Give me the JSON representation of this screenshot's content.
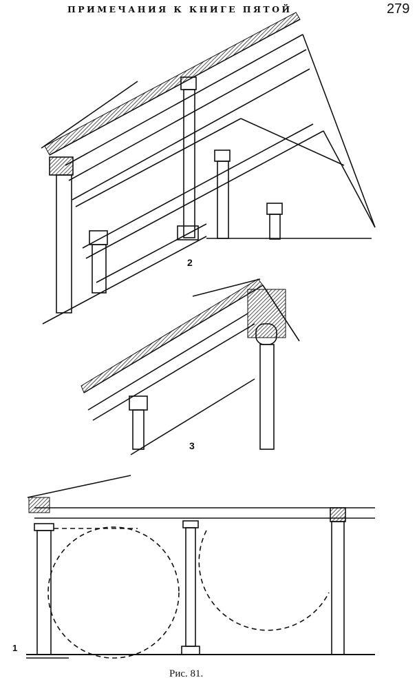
{
  "header": {
    "title": "ПРИМЕЧАНИЯ К КНИГЕ ПЯТОЙ",
    "page_number": "279"
  },
  "figure": {
    "caption": "Рис. 81.",
    "labels": {
      "fig1": "1",
      "fig2": "2",
      "fig3": "3"
    }
  }
}
